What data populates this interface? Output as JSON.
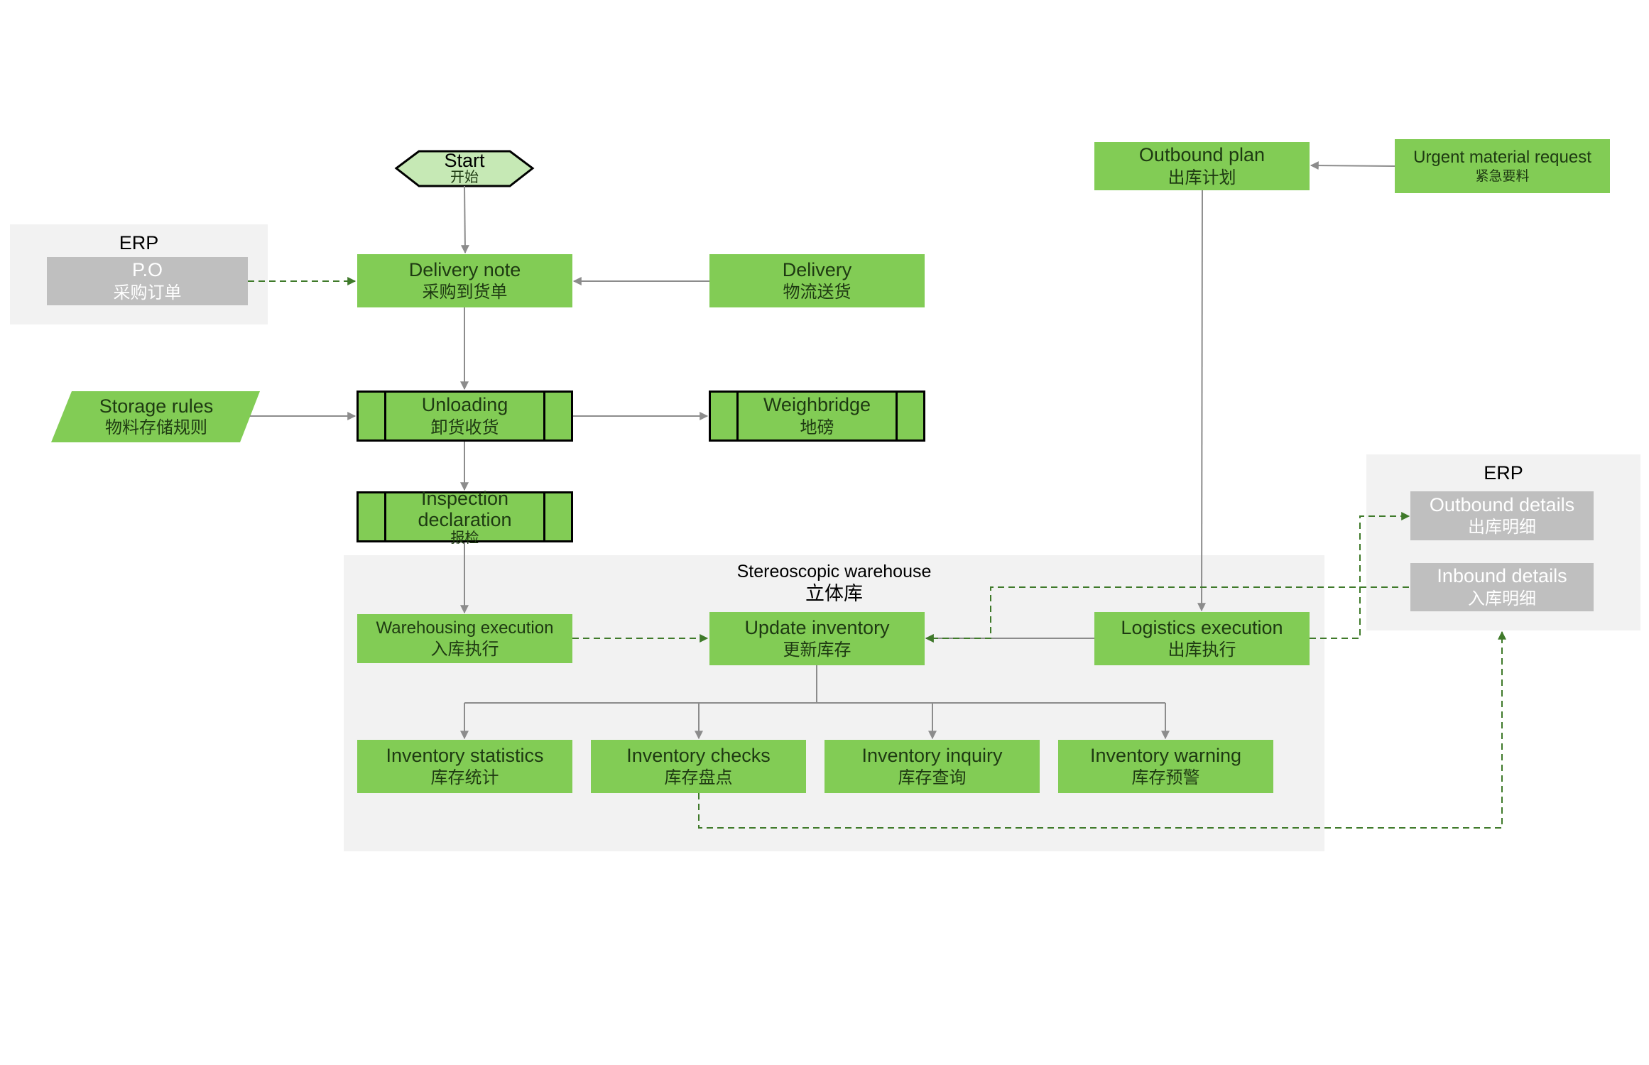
{
  "colors": {
    "node_fill": "#82cc55",
    "node_text": "#1e3a12",
    "erp_fill": "#bfbfbf",
    "region_fill": "#f2f2f2",
    "solid_arrow": "#8c8c8c",
    "dashed_arrow": "#3f7a2a"
  },
  "start": {
    "en": "Start",
    "zh": "开始"
  },
  "erp_left": {
    "title": "ERP",
    "po": {
      "en": "P.O",
      "zh": "采购订单"
    }
  },
  "delivery_note": {
    "en": "Delivery note",
    "zh": "采购到货单"
  },
  "delivery": {
    "en": "Delivery",
    "zh": "物流送货"
  },
  "storage_rules": {
    "en": "Storage rules",
    "zh": "物料存储规则"
  },
  "unloading": {
    "en": "Unloading",
    "zh": "卸货收货"
  },
  "weighbridge": {
    "en": "Weighbridge",
    "zh": "地磅"
  },
  "inspection": {
    "en1": "Inspection",
    "en2": "declaration",
    "zh": "报检"
  },
  "warehouse": {
    "title_en": "Stereoscopic warehouse",
    "title_zh": "立体库",
    "warehousing_execution": {
      "en": "Warehousing execution",
      "zh": "入库执行"
    },
    "update_inventory": {
      "en": "Update inventory",
      "zh": "更新库存"
    },
    "logistics_execution": {
      "en": "Logistics execution",
      "zh": "出库执行"
    },
    "inventory_statistics": {
      "en": "Inventory statistics",
      "zh": "库存统计"
    },
    "inventory_checks": {
      "en": "Inventory checks",
      "zh": "库存盘点"
    },
    "inventory_inquiry": {
      "en": "Inventory inquiry",
      "zh": "库存查询"
    },
    "inventory_warning": {
      "en": "Inventory warning",
      "zh": "库存预警"
    }
  },
  "outbound_plan": {
    "en": "Outbound plan",
    "zh": "出库计划"
  },
  "urgent_request": {
    "en": "Urgent material request",
    "zh": "紧急要料"
  },
  "erp_right": {
    "title": "ERP",
    "outbound_details": {
      "en": "Outbound details",
      "zh": "出库明细"
    },
    "inbound_details": {
      "en": "Inbound details",
      "zh": "入库明细"
    }
  }
}
